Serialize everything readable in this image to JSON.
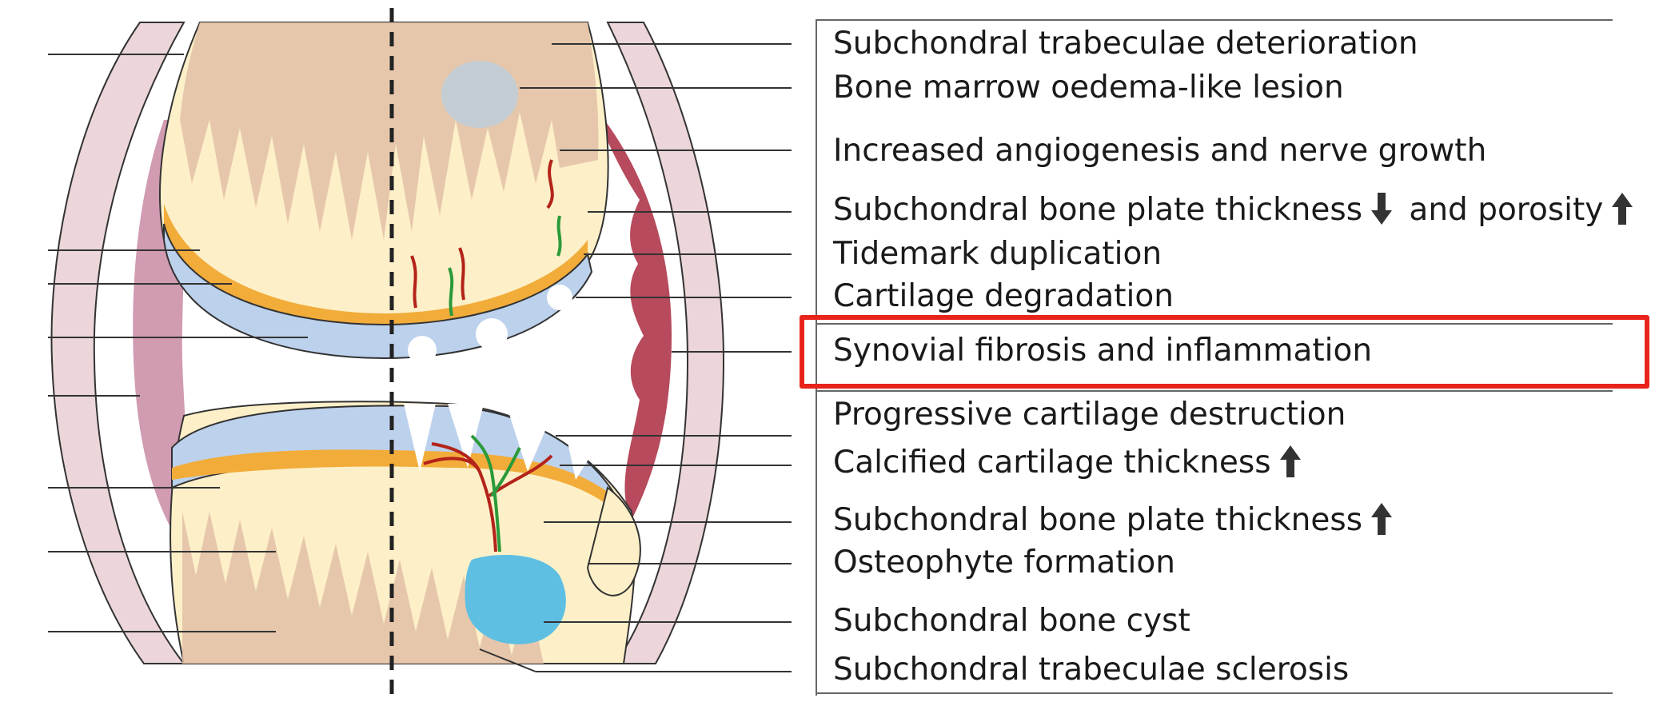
{
  "labels": [
    {
      "text": "Subchondral trabeculae deterioration",
      "arrow": ""
    },
    {
      "text": "Bone marrow oedema-like lesion",
      "arrow": ""
    },
    {
      "text": "Increased angiogenesis and nerve growth",
      "arrow": ""
    },
    {
      "text": "Subchondral bone plate thickness",
      "arrow": "down",
      "suffix": "and porosity",
      "suffix_arrow": "up"
    },
    {
      "text": "Tidemark duplication",
      "arrow": ""
    },
    {
      "text": "Cartilage degradation",
      "arrow": ""
    },
    {
      "text": "Synovial fibrosis and inflammation",
      "arrow": ""
    },
    {
      "text": "Progressive cartilage destruction",
      "arrow": ""
    },
    {
      "text": "Calcified cartilage thickness",
      "arrow": "up"
    },
    {
      "text": "Subchondral bone plate thickness",
      "arrow": "up"
    },
    {
      "text": "Osteophyte formation",
      "arrow": ""
    },
    {
      "text": "Subchondral bone cyst",
      "arrow": ""
    },
    {
      "text": "Subchondral trabeculae sclerosis",
      "arrow": ""
    }
  ],
  "highlighted_label": "Synovial fibrosis and inflammation",
  "colors": {
    "capsule": "#ecd6da",
    "synovium_left": "#c98aa5",
    "synovium_right": "#b74a5c",
    "bone": "#fdf0c8",
    "bone_trabecular": "#e3c2a8",
    "cartilage": "#bcd1ec",
    "calcified": "#f2ac3a",
    "cyst": "#5ebfe3",
    "bml": "#c4cdd3",
    "vessel": "#b3231a",
    "nerve": "#2a9a3a",
    "highlight": "#e8231b"
  }
}
